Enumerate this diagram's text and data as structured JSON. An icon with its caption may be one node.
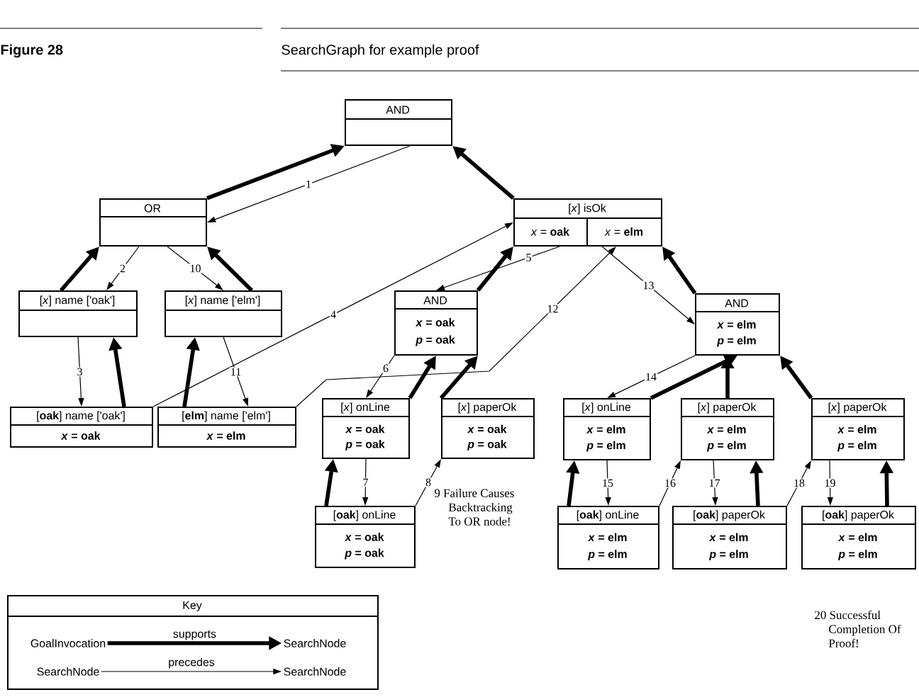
{
  "diagram": {
    "title": "SearchGraph for example proof",
    "nodes": [
      {
        "text": [
          "AND"
        ]
      },
      {
        "text": [
          "OR"
        ]
      },
      {
        "text": [
          "[*x*] isOk",
          "*x* = **oak**",
          "*x* = **elm**"
        ]
      },
      {
        "text": [
          "[*x*] name ['oak']"
        ]
      },
      {
        "text": [
          "[*x*] name ['elm']"
        ]
      },
      {
        "text": [
          "AND",
          "*x* = **oak**",
          "*p* = **oak**"
        ]
      },
      {
        "text": [
          "AND",
          "*x* = **elm**",
          "*p* = **elm**"
        ]
      },
      {
        "text": [
          "[**oak**] name ['oak']",
          "*x* = **oak**"
        ]
      },
      {
        "text": [
          "[**elm**] name ['elm']",
          "*x* = **elm**"
        ]
      },
      {
        "text": [
          "[*x*] onLine",
          "*x* = **oak**",
          "*p* = **oak**"
        ]
      },
      {
        "text": [
          "[*x*] paperOk",
          "*x* = **oak**",
          "*p* = **oak**"
        ]
      },
      {
        "text": [
          "[*x*] onLine",
          "*x* = **elm**",
          "*p* = **elm**"
        ]
      },
      {
        "text": [
          "[*x*] paperOk",
          "*x* = **elm**",
          "*p* = **elm**"
        ]
      },
      {
        "text": [
          "[*x*] paperOk",
          "*x* = **elm**",
          "*p* = **elm**"
        ]
      },
      {
        "text": [
          "[**oak**] onLine",
          "*x* = **oak**",
          "*p* = **oak**"
        ]
      },
      {
        "text": [
          "[**oak**] onLine",
          "*x* = **elm**",
          "*p* = **elm**"
        ]
      },
      {
        "text": [
          "[**oak**] paperOk",
          "*x* = **elm**",
          "*p* = **elm**"
        ]
      },
      {
        "text": [
          "[**oak**] paperOk",
          "*x* = **elm**",
          "*p* = **elm**"
        ]
      },
      {
        "text": [
          "Key"
        ]
      },
      {
        "text": [
          "GoalInvocation"
        ],
        "in": 18
      },
      {
        "text": [
          "SearchNode"
        ],
        "in": 18
      },
      {
        "text": [
          "SearchNode"
        ],
        "in": 18
      },
      {
        "text": [
          "SearchNode"
        ],
        "in": 18
      }
    ],
    "edges": [
      {
        "from": 0,
        "to": 1,
        "arrow": "to",
        "label": "1"
      },
      {
        "from": 1,
        "to": 3,
        "arrow": "to",
        "label": "2"
      },
      {
        "from": 3,
        "to": 7,
        "arrow": "to",
        "label": "3"
      },
      {
        "from": 7,
        "to": 2,
        "arrow": "to",
        "label": "4"
      },
      {
        "from": 2,
        "to": 5,
        "arrow": "to",
        "label": "5"
      },
      {
        "from": 5,
        "to": 9,
        "arrow": "to",
        "label": "6"
      },
      {
        "from": 9,
        "to": 14,
        "arrow": "to",
        "label": "7"
      },
      {
        "from": 14,
        "to": 10,
        "arrow": "to",
        "label": "8"
      },
      {
        "from": 1,
        "to": 4,
        "arrow": "to",
        "label": "10"
      },
      {
        "from": 4,
        "to": 8,
        "arrow": "to",
        "label": "11"
      },
      {
        "from": 8,
        "to": 2,
        "arrow": "to",
        "label": "12"
      },
      {
        "from": 2,
        "to": 6,
        "arrow": "to",
        "label": "13"
      },
      {
        "from": 6,
        "to": 11,
        "arrow": "to",
        "label": "14"
      },
      {
        "from": 11,
        "to": 15,
        "arrow": "to",
        "label": "15"
      },
      {
        "from": 15,
        "to": 12,
        "arrow": "to",
        "label": "16"
      },
      {
        "from": 12,
        "to": 16,
        "arrow": "to",
        "label": "17"
      },
      {
        "from": 16,
        "to": 13,
        "arrow": "to",
        "label": "18"
      },
      {
        "from": 13,
        "to": 17,
        "arrow": "to",
        "label": "19"
      },
      {
        "from": 1,
        "to": 0,
        "arrow": "to",
        "style": "thick"
      },
      {
        "from": 2,
        "to": 0,
        "arrow": "to",
        "style": "thick"
      },
      {
        "from": 3,
        "to": 1,
        "arrow": "to",
        "style": "thick"
      },
      {
        "from": 4,
        "to": 1,
        "arrow": "to",
        "style": "thick"
      },
      {
        "from": 7,
        "to": 3,
        "arrow": "to",
        "style": "thick"
      },
      {
        "from": 8,
        "to": 4,
        "arrow": "to",
        "style": "thick"
      },
      {
        "from": 5,
        "to": 2,
        "arrow": "to",
        "style": "thick"
      },
      {
        "from": 6,
        "to": 2,
        "arrow": "to",
        "style": "thick"
      },
      {
        "from": 9,
        "to": 5,
        "arrow": "to",
        "style": "thick"
      },
      {
        "from": 10,
        "to": 5,
        "arrow": "to",
        "style": "thick"
      },
      {
        "from": 14,
        "to": 9,
        "arrow": "to",
        "style": "thick"
      },
      {
        "from": 11,
        "to": 6,
        "arrow": "to",
        "style": "thick"
      },
      {
        "from": 12,
        "to": 6,
        "arrow": "to",
        "style": "thick"
      },
      {
        "from": 13,
        "to": 6,
        "arrow": "to",
        "style": "thick"
      },
      {
        "from": 15,
        "to": 11,
        "arrow": "to",
        "style": "thick"
      },
      {
        "from": 16,
        "to": 12,
        "arrow": "to",
        "style": "thick"
      },
      {
        "from": 17,
        "to": 13,
        "arrow": "to",
        "style": "thick"
      },
      {
        "from": 19,
        "to": 20,
        "arrow": "to",
        "style": "thick",
        "label": "supports"
      },
      {
        "from": 21,
        "to": 22,
        "arrow": "to",
        "label": "precedes"
      }
    ],
    "labels": [
      "Figure 28",
      "9 Failure Causes Backtracking To OR node!",
      "20 Successful Completion Of Proof!"
    ]
  }
}
